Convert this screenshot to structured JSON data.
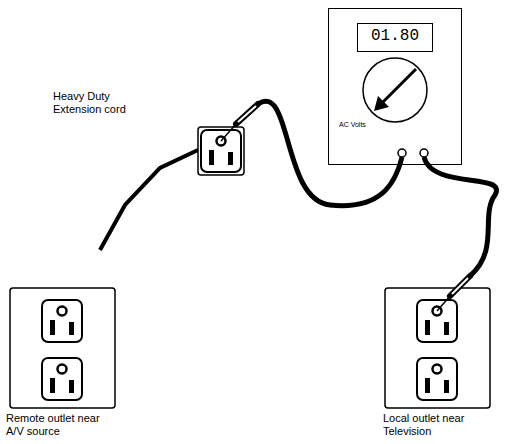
{
  "diagram": {
    "nodes": [
      {
        "text": [
          "AC Volts"
        ]
      },
      {
        "text": [
          "01.80"
        ],
        "in": 0
      }
    ],
    "labels": [
      "Heavy Duty Extension cord",
      "Remote outlet near A/V source",
      "Local outlet near Television"
    ]
  }
}
